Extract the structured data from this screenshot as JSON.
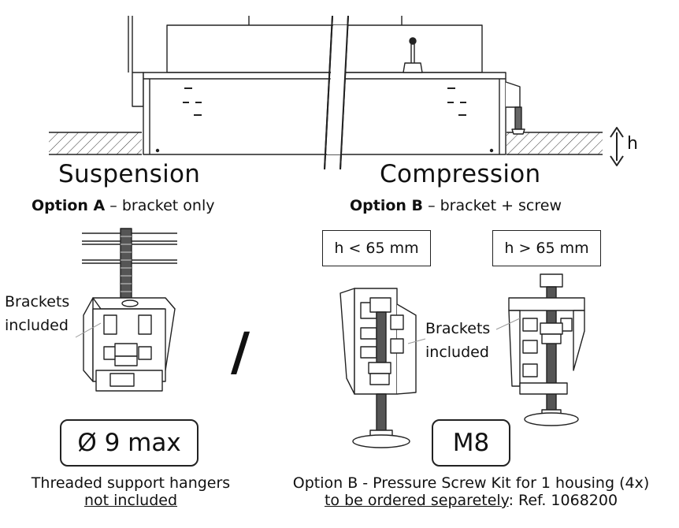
{
  "height_label": "h",
  "suspension": {
    "title": "Suspension",
    "option_bold": "Option A",
    "option_rest": " – bracket only",
    "brackets_label_1": "Brackets",
    "brackets_label_2": "included",
    "size_badge": "Ø 9 max",
    "note_line1": "Threaded support hangers",
    "note_line2": "not included"
  },
  "separator_glyph": "/",
  "compression": {
    "title": "Compression",
    "option_bold": "Option B",
    "option_rest": " – bracket + screw",
    "box_low": "h < 65 mm",
    "box_high": "h > 65 mm",
    "brackets_label_1": "Brackets",
    "brackets_label_2": "included",
    "size_badge": "M8",
    "note_line1": "Option B - Pressure Screw Kit for 1 housing (4x)",
    "note_line2_underlined": "to be ordered separetely",
    "note_line2_rest": ": Ref. 1068200"
  }
}
